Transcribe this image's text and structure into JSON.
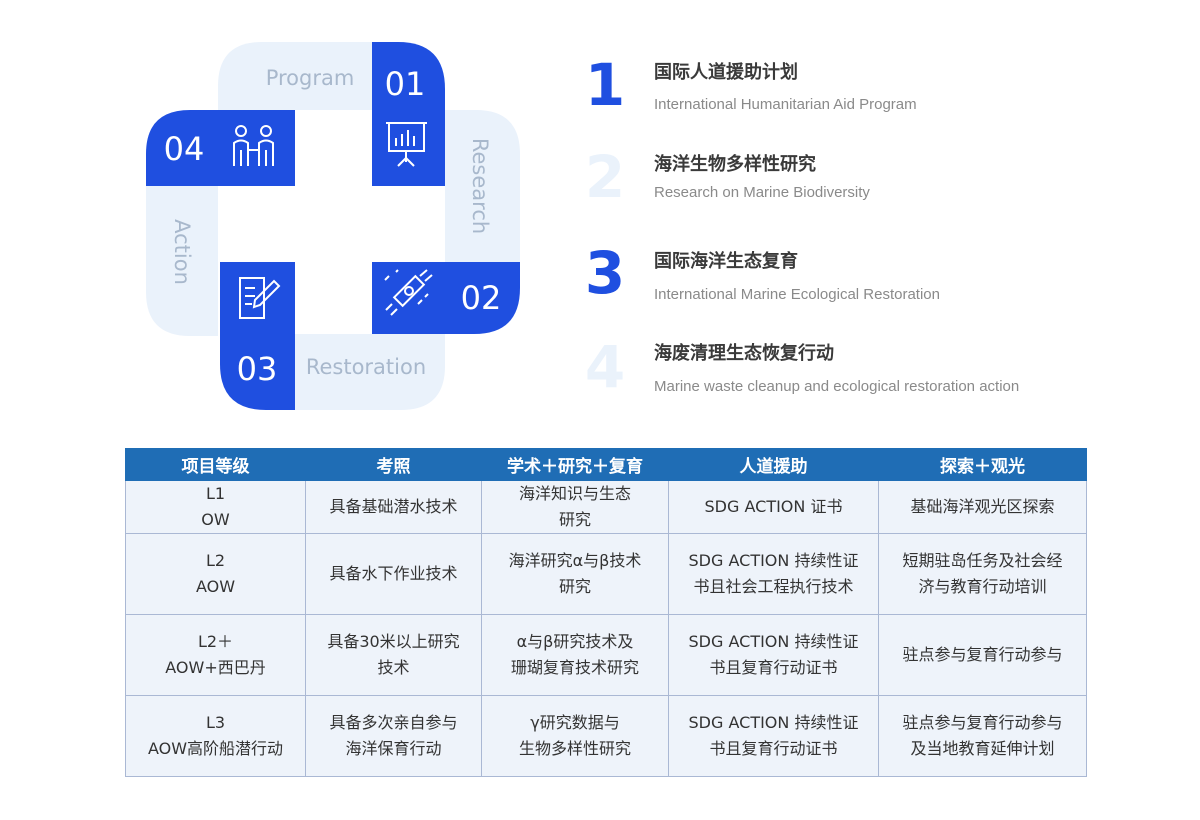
{
  "diagram": {
    "cards": [
      {
        "number": "01",
        "label": "Program",
        "icon": "presentation-board-icon"
      },
      {
        "number": "02",
        "label": "Research",
        "icon": "microscope-icon"
      },
      {
        "number": "03",
        "label": "Restoration",
        "icon": "document-pen-icon"
      },
      {
        "number": "04",
        "label": "Action",
        "icon": "people-handshake-icon"
      }
    ],
    "colors": {
      "primary": "#1f4fe0",
      "light": "#eaf2fb",
      "label": "#a8b8cc"
    }
  },
  "legend": [
    {
      "number": "1",
      "title": "国际人道援助计划",
      "subtitle": "International Humanitarian Aid Program",
      "state": "active"
    },
    {
      "number": "2",
      "title": "海洋生物多样性研究",
      "subtitle": "Research on Marine Biodiversity",
      "state": "faded"
    },
    {
      "number": "3",
      "title": "国际海洋生态复育",
      "subtitle": "International Marine Ecological Restoration",
      "state": "active"
    },
    {
      "number": "4",
      "title": "海废清理生态恢复行动",
      "subtitle": "Marine waste cleanup and ecological restoration action",
      "state": "faded"
    }
  ],
  "table": {
    "header_color": "#1f6db5",
    "headers": [
      "项目等级",
      "考照",
      "学术＋研究＋复育",
      "人道援助",
      "探索＋观光"
    ],
    "rows": [
      [
        [
          "L1",
          "OW"
        ],
        [
          "具备基础潜水技术"
        ],
        [
          "海洋知识与生态",
          "研究"
        ],
        [
          "SDG ACTION 证书"
        ],
        [
          "基础海洋观光区探索"
        ]
      ],
      [
        [
          "L2",
          "AOW"
        ],
        [
          "具备水下作业技术"
        ],
        [
          "海洋研究α与β技术",
          "研究"
        ],
        [
          "SDG ACTION 持续性证",
          "书且社会工程执行技术"
        ],
        [
          "短期驻岛任务及社会经",
          "济与教育行动培训"
        ]
      ],
      [
        [
          "L2＋",
          "AOW+西巴丹"
        ],
        [
          "具备30米以上研究",
          "技术"
        ],
        [
          "α与β研究技术及",
          "珊瑚复育技术研究"
        ],
        [
          "SDG ACTION 持续性证",
          "书且复育行动证书"
        ],
        [
          "驻点参与复育行动参与"
        ]
      ],
      [
        [
          "L3",
          "AOW高阶船潜行动"
        ],
        [
          "具备多次亲自参与",
          "海洋保育行动"
        ],
        [
          "γ研究数据与",
          "生物多样性研究"
        ],
        [
          "SDG ACTION 持续性证",
          "书且复育行动证书"
        ],
        [
          "驻点参与复育行动参与",
          "及当地教育延伸计划"
        ]
      ]
    ]
  }
}
